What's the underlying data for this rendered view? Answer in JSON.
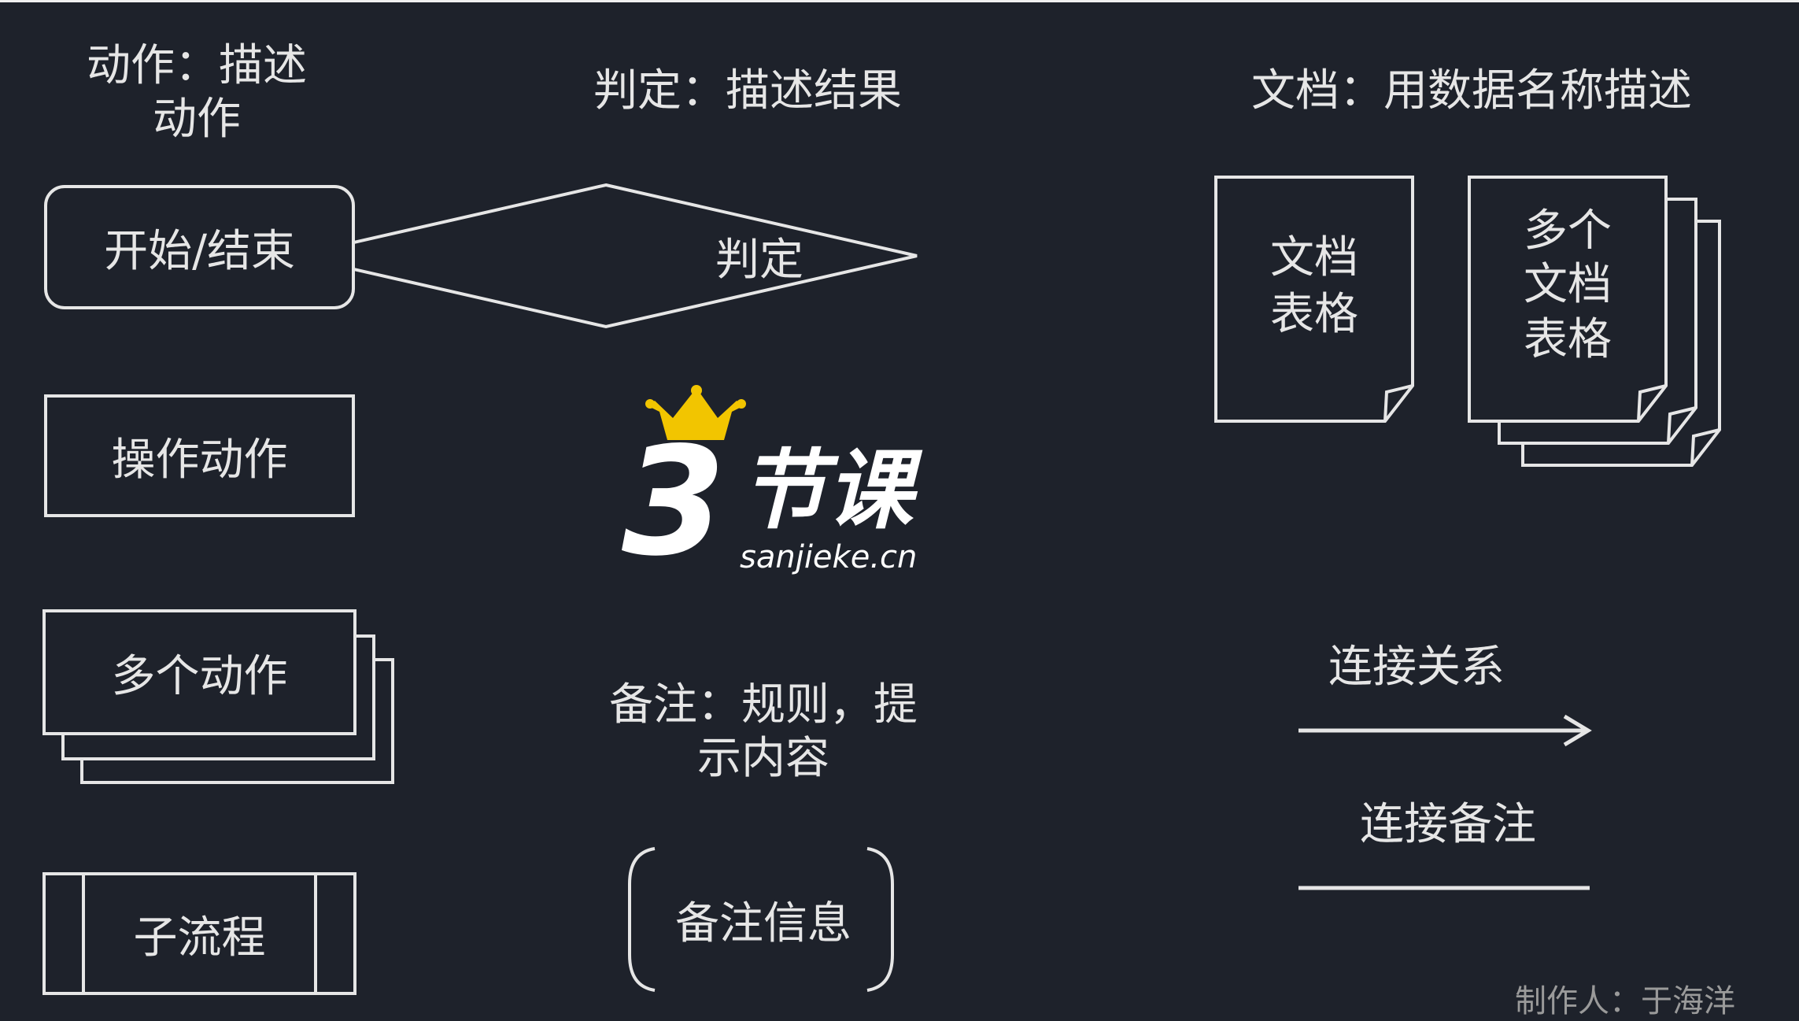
{
  "column_titles": {
    "action_line1": "动作：描述",
    "action_line2": "动作",
    "decision": "判定：描述结果",
    "document": "文档：用数据名称描述",
    "note_line1": "备注：规则，提",
    "note_line2": "示内容"
  },
  "shapes": {
    "start_end": "开始/结束",
    "operation": "操作动作",
    "multi_action": "多个动作",
    "subprocess": "子流程",
    "decision": "判定",
    "document_line1": "文档",
    "document_line2": "表格",
    "multi_document_line1": "多个",
    "multi_document_line2": "文档",
    "multi_document_line3": "表格",
    "note_info": "备注信息"
  },
  "connectors": {
    "link_relation": "连接关系",
    "link_note": "连接备注"
  },
  "logo": {
    "brand_number": "3",
    "brand_text": "节课",
    "url": "sanjieke.cn",
    "crown_color": "#f2c500"
  },
  "credit": "制作人：于海洋",
  "colors": {
    "background": "#1e222b",
    "stroke": "#e6e6e6"
  }
}
